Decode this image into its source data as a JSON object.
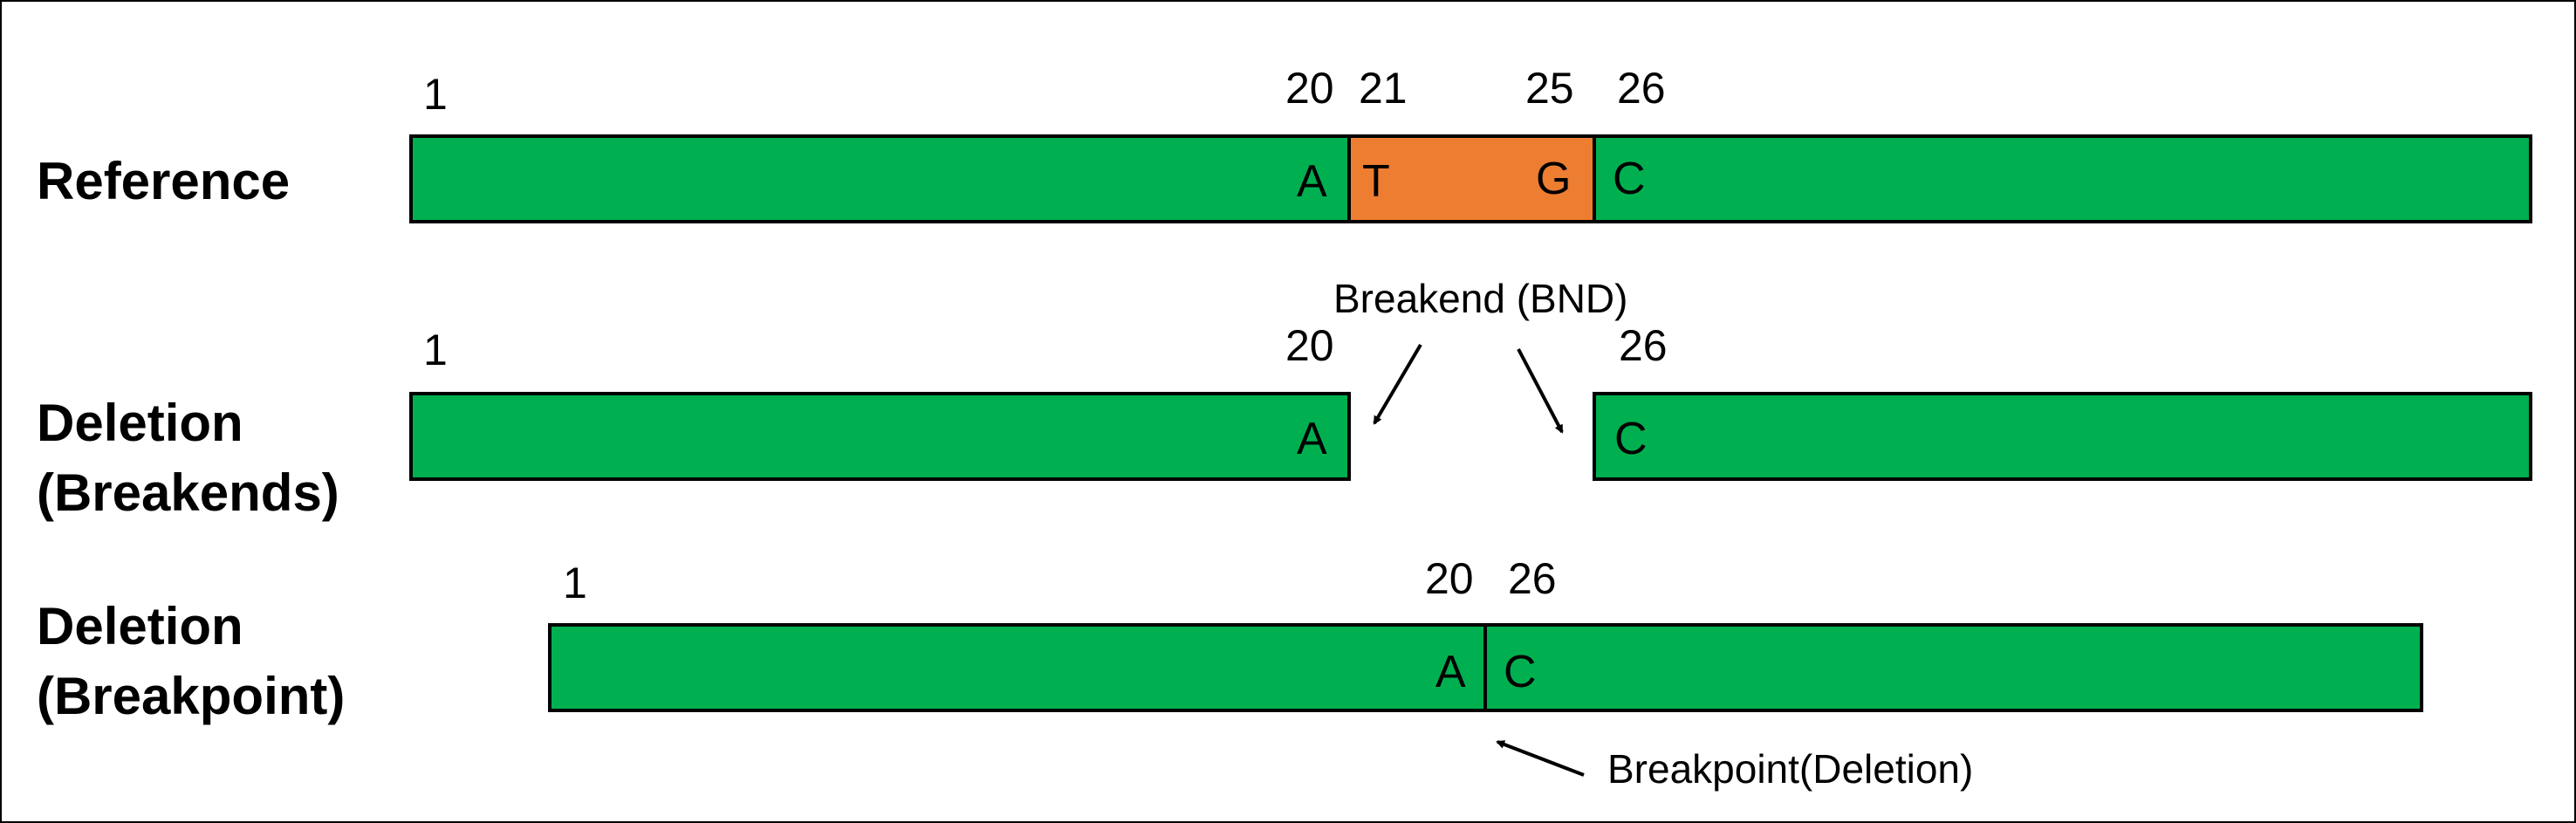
{
  "colors": {
    "kept_segment": "#00b050",
    "deleted_segment": "#ed7d31",
    "outline": "#000000"
  },
  "reference": {
    "label": "Reference",
    "positions": {
      "start": "1",
      "p20": "20",
      "p21": "21",
      "p25": "25",
      "p26": "26"
    },
    "bases": {
      "b20": "A",
      "b21": "T",
      "b25": "G",
      "b26": "C"
    }
  },
  "deletion_breakends": {
    "label_line1": "Deletion",
    "label_line2": "(Breakends)",
    "positions": {
      "start": "1",
      "p20": "20",
      "p26": "26"
    },
    "bases": {
      "b20": "A",
      "b26": "C"
    },
    "annotation": "Breakend (BND)"
  },
  "deletion_breakpoint": {
    "label_line1": "Deletion",
    "label_line2": "(Breakpoint)",
    "positions": {
      "start": "1",
      "p20": "20",
      "p26": "26"
    },
    "bases": {
      "b20": "A",
      "b26": "C"
    },
    "annotation": "Breakpoint(Deletion)"
  }
}
